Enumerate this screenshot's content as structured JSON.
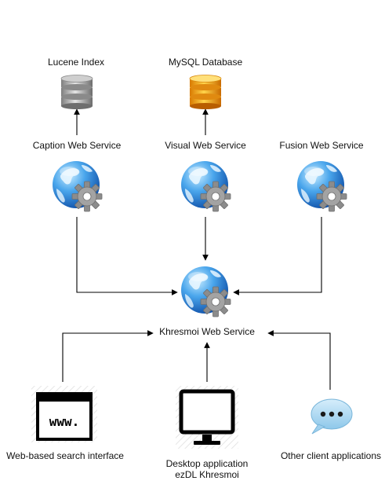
{
  "nodes": {
    "lucene": {
      "label": "Lucene Index",
      "icon": "database-gray-icon"
    },
    "mysql": {
      "label": "MySQL Database",
      "icon": "database-orange-icon"
    },
    "caption": {
      "label": "Caption Web Service",
      "icon": "globe-gear-icon"
    },
    "visual": {
      "label": "Visual Web Service",
      "icon": "globe-gear-icon"
    },
    "fusion": {
      "label": "Fusion Web Service",
      "icon": "globe-gear-icon"
    },
    "khresmoi": {
      "label": "Khresmoi Web Service",
      "icon": "globe-gear-icon"
    },
    "web": {
      "label": "Web-based search interface",
      "icon": "browser-window-icon",
      "icon_text": "www."
    },
    "desktop": {
      "label_line1": "Desktop application",
      "label_line2": "ezDL Khresmoi",
      "icon": "monitor-icon"
    },
    "other": {
      "label": "Other client applications",
      "icon": "speech-bubble-icon"
    }
  },
  "colors": {
    "globe_blue": "#1e6fc9",
    "globe_light": "#8fd0f5",
    "land_green": "#dff3ff",
    "gear": "#9a9a9a",
    "db_gray": "#a9a9a9",
    "db_orange": "#f0a020",
    "bubble": "#a9d4ec",
    "line": "#000000"
  }
}
